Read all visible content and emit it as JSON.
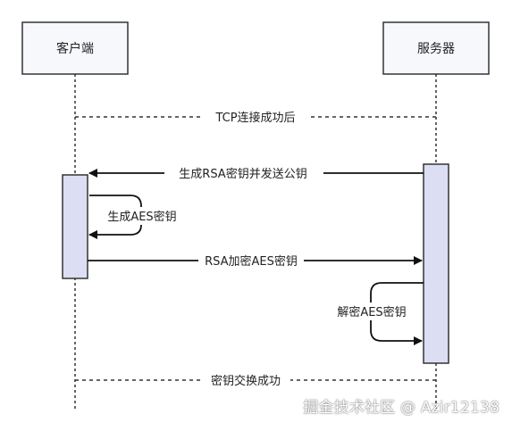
{
  "actors": {
    "client": "客户端",
    "server": "服务器"
  },
  "messages": {
    "tcp_connected": "TCP连接成功后",
    "generate_rsa_send_pubkey": "生成RSA密钥并发送公钥",
    "generate_aes_key": "生成AES密钥",
    "rsa_encrypt_aes_key": "RSA加密AES密钥",
    "decrypt_aes_key": "解密AES密钥",
    "key_exchange_success": "密钥交换成功"
  },
  "watermark": "掘金技术社区 @ Azir12138",
  "colors": {
    "actor_fill": "#f7f8fc",
    "activation_fill": "#dcdff3",
    "stroke": "#333333",
    "text": "#222222"
  }
}
